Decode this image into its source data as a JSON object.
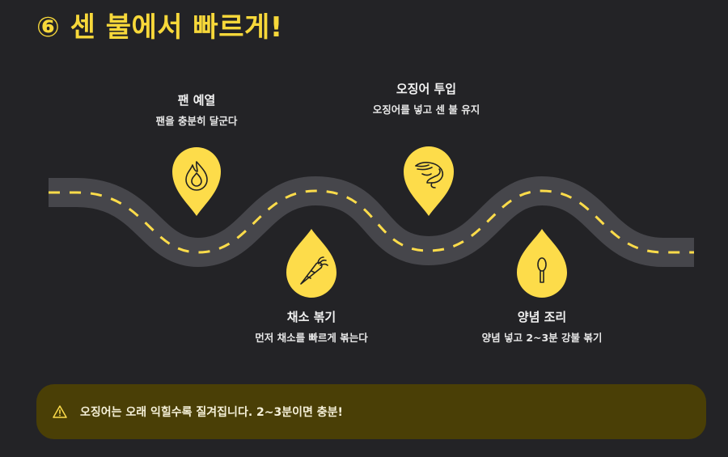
{
  "title": "⑥ 센 불에서 빠르게!",
  "steps": [
    {
      "title": "팬 예열",
      "desc": "팬을 충분히 달군다",
      "icon": "flame-icon"
    },
    {
      "title": "채소 볶기",
      "desc": "먼저 채소를 빠르게 볶는다",
      "icon": "carrot-icon"
    },
    {
      "title": "오징어 투입",
      "desc": "오징어를 넣고 센 불 유지",
      "icon": "squid-icon"
    },
    {
      "title": "양념 조리",
      "desc": "양념 넣고 2~3분 강불 볶기",
      "icon": "spoon-icon"
    }
  ],
  "callout": {
    "icon": "warning-icon",
    "text": "오징어는 오래 익힐수록 질겨집니다. 2~3분이면 충분!"
  },
  "colors": {
    "accent": "#f7d83a",
    "pin": "#fddc4a",
    "road": "#46464b",
    "background": "#232326",
    "callout_bg": "#4a3f06"
  }
}
